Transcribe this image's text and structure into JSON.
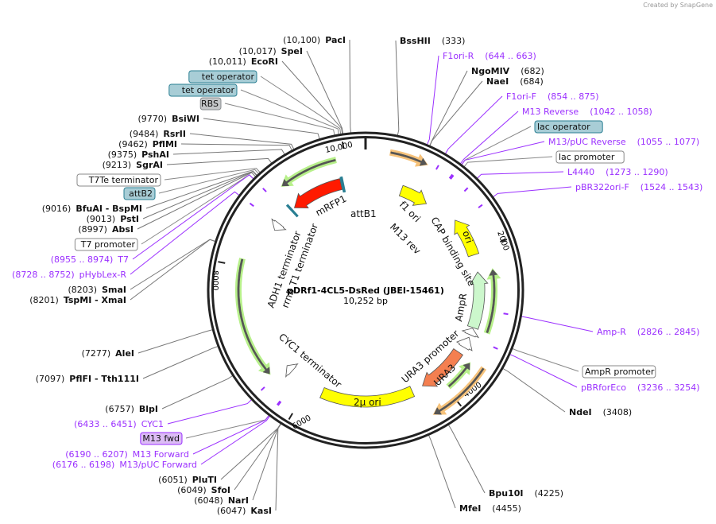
{
  "credit": "Created by SnapGene",
  "plasmid": {
    "name": "pDRf1-4CL5-DsRed (JBEI-15461)",
    "length_label": "10,252 bp",
    "length_bp": 10252
  },
  "ticks": [
    {
      "bp": 2000,
      "label": "2000"
    },
    {
      "bp": 4000,
      "label": "4000"
    },
    {
      "bp": 6000,
      "label": "6000"
    },
    {
      "bp": 8000,
      "label": "8000"
    },
    {
      "bp": 10000,
      "label": "10,000"
    }
  ],
  "left_labels": [
    {
      "kind": "enzyme",
      "pos": "(10,100)",
      "name": "PacI",
      "bp": 10100
    },
    {
      "kind": "enzyme",
      "pos": "(10,017)",
      "name": "SpeI",
      "bp": 10017
    },
    {
      "kind": "enzyme",
      "pos": "(10,011)",
      "name": "EcoRI",
      "bp": 10011
    },
    {
      "kind": "box",
      "name": "tet operator",
      "bg": "#a8cdd6",
      "border": "#2a7f93",
      "bp": 9995
    },
    {
      "kind": "box",
      "name": "tet operator",
      "bg": "#a8cdd6",
      "border": "#2a7f93",
      "bp": 9975
    },
    {
      "kind": "box",
      "name": "RBS",
      "bg": "#c4c6c8",
      "border": "#8a8d90",
      "bp": 9930
    },
    {
      "kind": "enzyme",
      "pos": "(9770)",
      "name": "BsiWI",
      "bp": 9770
    },
    {
      "kind": "enzyme",
      "pos": "(9484)",
      "name": "RsrII",
      "bp": 9484
    },
    {
      "kind": "enzyme",
      "pos": "(9462)",
      "name": "PflMI",
      "bp": 9462
    },
    {
      "kind": "enzyme",
      "pos": "(9375)",
      "name": "PshAI",
      "bp": 9375
    },
    {
      "kind": "enzyme",
      "pos": "(9213)",
      "name": "SgrAI",
      "bp": 9213
    },
    {
      "kind": "box",
      "name": "T7Te terminator",
      "bg": "#ffffff",
      "border": "#888888",
      "bp": 9060
    },
    {
      "kind": "box",
      "name": "attB2",
      "bg": "#a8cdd6",
      "border": "#2a7f93",
      "bp": 9040
    },
    {
      "kind": "enzyme",
      "pos": "(9016)",
      "name": "BfuAI  - BspMI",
      "bp": 9016
    },
    {
      "kind": "enzyme",
      "pos": "(9013)",
      "name": "PstI",
      "bp": 9013
    },
    {
      "kind": "enzyme",
      "pos": "(8997)",
      "name": "AbsI",
      "bp": 8997
    },
    {
      "kind": "box",
      "name": "T7 promoter",
      "bg": "#ffffff",
      "border": "#888888",
      "bp": 8965
    },
    {
      "kind": "primer",
      "pos": "(8955 .. 8974)",
      "name": "T7",
      "bp": 8964
    },
    {
      "kind": "primer",
      "pos": "(8728 .. 8752)",
      "name": "pHybLex-R",
      "bp": 8740
    },
    {
      "kind": "enzyme",
      "pos": "(8203)",
      "name": "SmaI",
      "bp": 8203
    },
    {
      "kind": "enzyme",
      "pos": "(8201)",
      "name": "TspMI   - XmaI",
      "bp": 8201
    },
    {
      "kind": "enzyme",
      "pos": "(7277)",
      "name": "AleI",
      "bp": 7277
    },
    {
      "kind": "enzyme",
      "pos": "(7097)",
      "name": "PflFI   - Tth111I",
      "bp": 7097
    },
    {
      "kind": "enzyme",
      "pos": "(6757)",
      "name": "BlpI",
      "bp": 6757
    },
    {
      "kind": "primer",
      "pos": "(6433 .. 6451)",
      "name": "CYC1",
      "bp": 6442
    },
    {
      "kind": "box",
      "name": "M13 fwd",
      "bg": "#dcbcf5",
      "border": "#9b30ff",
      "bp": 6200
    },
    {
      "kind": "primer",
      "pos": "(6190 .. 6207)",
      "name": "M13 Forward",
      "bp": 6198
    },
    {
      "kind": "primer",
      "pos": "(6176 .. 6198)",
      "name": "M13/pUC Forward",
      "bp": 6187
    },
    {
      "kind": "enzyme",
      "pos": "(6051)",
      "name": "PluTI",
      "bp": 6051
    },
    {
      "kind": "enzyme",
      "pos": "(6049)",
      "name": "SfoI",
      "bp": 6049
    },
    {
      "kind": "enzyme",
      "pos": "(6048)",
      "name": "NarI",
      "bp": 6048
    },
    {
      "kind": "enzyme",
      "pos": "(6047)",
      "name": "KasI",
      "bp": 6047
    }
  ],
  "right_labels": [
    {
      "kind": "enzyme",
      "pos": "(333)",
      "name": "BssHII",
      "bp": 333
    },
    {
      "kind": "primer",
      "pos": "(644 .. 663)",
      "name": "F1ori-R",
      "bp": 653
    },
    {
      "kind": "enzyme",
      "pos": "(682)",
      "name": "NgoMIV",
      "bp": 682
    },
    {
      "kind": "enzyme",
      "pos": "(684)",
      "name": "NaeI",
      "bp": 684
    },
    {
      "kind": "primer",
      "pos": "(854 .. 875)",
      "name": "F1ori-F",
      "bp": 864
    },
    {
      "kind": "primer",
      "pos": "(1042 .. 1058)",
      "name": "M13 Reverse",
      "bp": 1050
    },
    {
      "kind": "box",
      "name": "lac operator",
      "bg": "#a8cdd6",
      "border": "#2a7f93",
      "bp": 1065
    },
    {
      "kind": "primer",
      "pos": "(1055 .. 1077)",
      "name": "M13/pUC Reverse",
      "bp": 1066
    },
    {
      "kind": "box",
      "name": "lac promoter",
      "bg": "#ffffff",
      "border": "#888888",
      "bp": 1100
    },
    {
      "kind": "primer",
      "pos": "(1273 .. 1290)",
      "name": "L4440",
      "bp": 1281
    },
    {
      "kind": "primer",
      "pos": "(1524 .. 1543)",
      "name": "pBR322ori-F",
      "bp": 1533
    },
    {
      "kind": "primer",
      "pos": "(2826 .. 2845)",
      "name": "Amp-R",
      "bp": 2835
    },
    {
      "kind": "box",
      "name": "AmpR promoter",
      "bg": "#ffffff",
      "border": "#888888",
      "bp": 3180
    },
    {
      "kind": "primer",
      "pos": "(3236 .. 3254)",
      "name": "pBRforEco",
      "bp": 3245
    },
    {
      "kind": "enzyme",
      "pos": "(3408)",
      "name": "NdeI",
      "bp": 3408
    },
    {
      "kind": "enzyme",
      "pos": "(4225)",
      "name": "Bpu10I",
      "bp": 4225
    },
    {
      "kind": "enzyme",
      "pos": "(4455)",
      "name": "MfeI",
      "bp": 4455
    }
  ],
  "features": [
    {
      "name": "",
      "start": 296,
      "end": 740,
      "strand": 1,
      "style": "thin",
      "color": "#555555",
      "halo": "#f6c27a"
    },
    {
      "name": "f1 ori",
      "start": 560,
      "end": 1000,
      "strand": 1,
      "style": "wide",
      "color": "#ffff00"
    },
    {
      "name": "ori",
      "start": 1480,
      "end": 2050,
      "strand": -1,
      "style": "wide",
      "color": "#ffff00"
    },
    {
      "name": "AmpR",
      "start": 2300,
      "end": 3110,
      "strand": -1,
      "style": "wide",
      "color": "#ccf7cc"
    },
    {
      "name": "",
      "start": 2300,
      "end": 3110,
      "strand": -1,
      "style": "thin",
      "color": "#555555",
      "halo": "#b7f08a"
    },
    {
      "name": "AmpR promoter",
      "start": 3120,
      "end": 3220,
      "strand": -1,
      "style": "wide",
      "color": "#ffffff"
    },
    {
      "name": "URA3 promoter",
      "start": 3260,
      "end": 3420,
      "strand": -1,
      "style": "wide",
      "color": "#ffffff"
    },
    {
      "name": "URA3",
      "start": 3520,
      "end": 4250,
      "strand": 1,
      "style": "wide",
      "color": "#f47f50"
    },
    {
      "name": "",
      "start": 3560,
      "end": 3960,
      "strand": -1,
      "style": "thin",
      "color": "#555555",
      "halo": "#b7f08a"
    },
    {
      "name": "",
      "start": 3520,
      "end": 4300,
      "strand": 1,
      "style": "thin",
      "color": "#555555",
      "halo": "#f6c27a"
    },
    {
      "name": "2μ ori",
      "start": 4420,
      "end": 5780,
      "strand": 0,
      "style": "wide",
      "color": "#ffff00"
    },
    {
      "name": "CYC1 terminator",
      "start": 6330,
      "end": 6440,
      "strand": 1,
      "style": "wide",
      "color": "#ffffff"
    },
    {
      "name": "",
      "start": 6520,
      "end": 8090,
      "strand": -1,
      "style": "thin",
      "color": "#555555",
      "halo": "#b7f08a"
    },
    {
      "name": "ADH1 terminator",
      "start": 8640,
      "end": 8760,
      "strand": -1,
      "style": "wide",
      "color": "#ffffff"
    },
    {
      "name": "mRFP1",
      "start": 9090,
      "end": 9880,
      "strand": -1,
      "style": "wide",
      "color": "#ff1a00"
    },
    {
      "name": "",
      "start": 9150,
      "end": 9880,
      "strand": -1,
      "style": "thin",
      "color": "#555555",
      "halo": "#b7f08a"
    }
  ],
  "feature_labels": {
    "f1_ori": "f1 ori",
    "m13_rev": "M13 rev",
    "cap": "CAP binding site",
    "ori": "ori",
    "ampr": "AmpR",
    "ura3_promoter": "URA3 promoter",
    "ura3": "URA3",
    "two_mu": "2μ ori",
    "cyc1": "CYC1 terminator",
    "adh1": "ADH1 terminator",
    "rrnb": "rrnB T1 terminator",
    "mrfp1": "mRFP1",
    "attb1": "attB1"
  }
}
